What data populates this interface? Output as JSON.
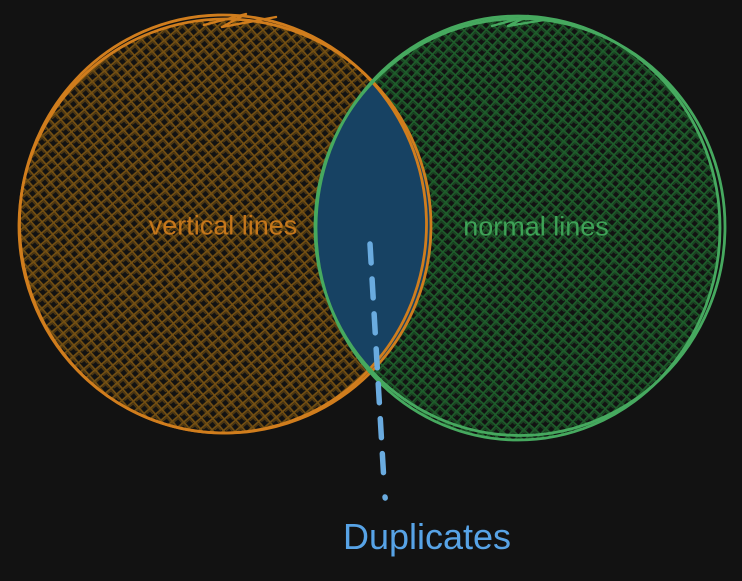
{
  "diagram": {
    "type": "venn",
    "background_color": "#121212",
    "sets": [
      {
        "id": "vertical-lines",
        "label": "vertical lines",
        "stroke_color": "#d07d1d",
        "hatch_color": "#755012",
        "label_color": "#c5771c"
      },
      {
        "id": "normal-lines",
        "label": "normal lines",
        "stroke_color": "#46a95f",
        "hatch_color": "#1e5e2b",
        "label_color": "#3fa257"
      }
    ],
    "intersection": {
      "label": "Duplicates",
      "fill_color": "#174263",
      "callout_color": "#6aabdf",
      "label_color": "#57a3e6"
    }
  }
}
